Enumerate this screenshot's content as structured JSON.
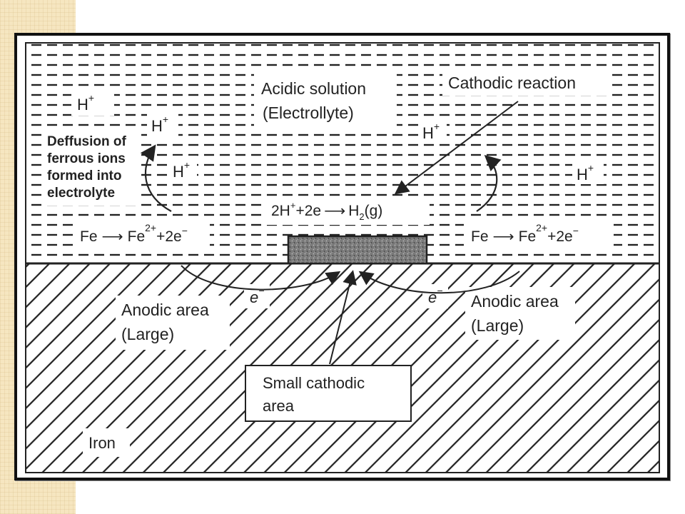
{
  "labels": {
    "acidic_solution_line1": "Acidic solution",
    "acidic_solution_line2": "(Electrollyte)",
    "cathodic_reaction": "Cathodic reaction",
    "diffusion_line1": "Deffusion of",
    "diffusion_line2": "ferrous ions",
    "diffusion_line3": "formed into",
    "diffusion_line4": "electrolyte",
    "hydrogen_ion": "H",
    "hydrogen_ion_charge": "+",
    "cathodic_equation": {
      "two_h": "2H",
      "plus_charge": "+",
      "electrons": "+2e",
      "arrow": "⟶",
      "h2": "H",
      "h2_sub": "2",
      "gas": "(g)"
    },
    "anodic_equation_left": {
      "fe": "Fe",
      "arrow": "⟶",
      "fe_ion": "Fe",
      "fe_charge": "2+",
      "electrons": "+2e",
      "electron_charge": "−"
    },
    "anodic_equation_right": {
      "fe": "Fe",
      "arrow": "⟶",
      "fe_ion": "Fe",
      "fe_charge": "2+",
      "electrons": "+2e",
      "electron_charge": "−"
    },
    "electron_left": "e",
    "electron_right": "e",
    "electron_charge": "−",
    "anodic_area_left_line1": "Anodic area",
    "anodic_area_left_line2": "(Large)",
    "anodic_area_right_line1": "Anodic area",
    "anodic_area_right_line2": "(Large)",
    "small_cathodic_line1": "Small cathodic",
    "small_cathodic_line2": "area",
    "iron": "Iron"
  },
  "colors": {
    "ink": "#222222",
    "frame": "#111111",
    "cathode_fill": "#6a6a6a",
    "side_strip": "#f6e6c0"
  }
}
